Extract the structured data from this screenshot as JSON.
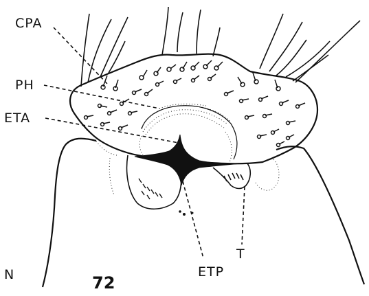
{
  "figure": {
    "number": "72",
    "side_label": "N",
    "labels": {
      "cpa": "CPA",
      "ph": "PH",
      "eta": "ETA",
      "etp": "ETP",
      "t": "T"
    }
  },
  "colors": {
    "ink": "#111111",
    "background": "#ffffff"
  }
}
